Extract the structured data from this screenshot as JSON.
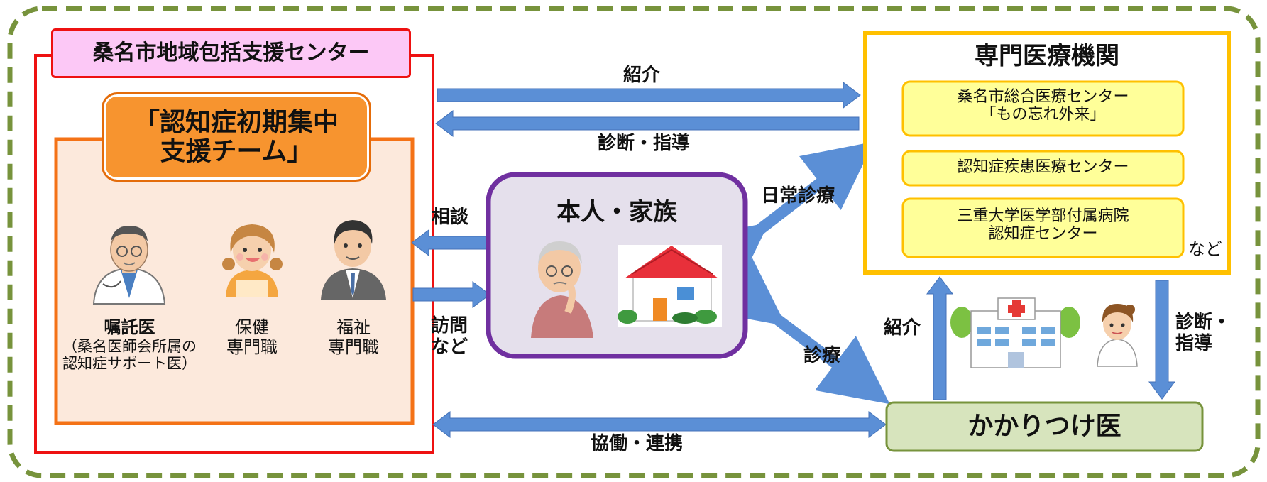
{
  "center": {
    "title": "桑名市地域包括支援センター",
    "team_line1": "「認知症初期集中",
    "team_line2": "支援チーム」",
    "members": [
      {
        "line1": "嘱託医",
        "line2": "（桑名医師会所属の",
        "line3": "認知症サポート医）"
      },
      {
        "line1": "保健",
        "line2": "専門職"
      },
      {
        "line1": "福祉",
        "line2": "専門職"
      }
    ]
  },
  "patient": {
    "title": "本人・家族"
  },
  "specialist": {
    "title": "専門医療機関",
    "items": [
      {
        "line1": "桑名市総合医療センター",
        "line2": "「もの忘れ外来」"
      },
      {
        "line1": "認知症疾患医療センター"
      },
      {
        "line1": "三重大学医学部付属病院",
        "line2": "認知症センター"
      }
    ],
    "etc": "など"
  },
  "gp": {
    "title": "かかりつけ医"
  },
  "arrows": {
    "referral_top": "紹介",
    "diagnosis_guidance_top": "診断・指導",
    "consult": "相談",
    "visit_line1": "訪問",
    "visit_line2": "など",
    "daily_care": "日常診療",
    "care": "診療",
    "referral_right": "紹介",
    "diagnosis_guidance_right_1": "診断・",
    "diagnosis_guidance_right_2": "指導",
    "collaboration": "協働・連携"
  },
  "colors": {
    "outer_border": "#77933c",
    "center_border": "#ee1111",
    "center_title_fill": "#fcc8f6",
    "team_border": "#f47216",
    "team_fill": "#fce9dc",
    "team_title_fill": "#f7942f",
    "patient_border": "#7030a0",
    "patient_fill": "#e5e0ec",
    "specialist_border": "#ffc000",
    "specialist_item_fill": "#ffff99",
    "gp_border": "#77933c",
    "gp_fill": "#d7e4bd",
    "arrow": "#5b8fd6"
  }
}
